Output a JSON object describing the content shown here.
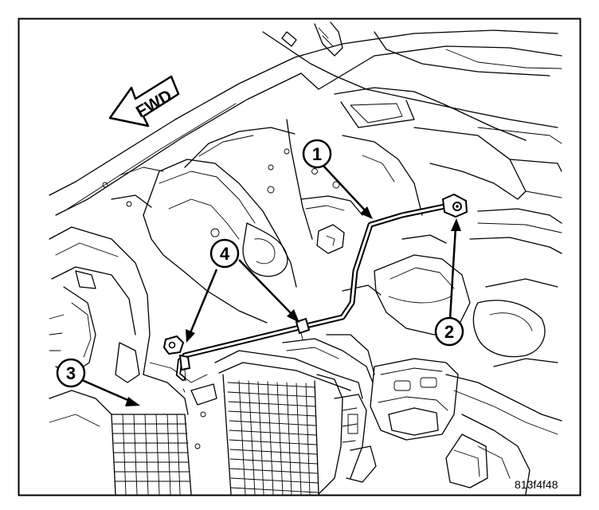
{
  "figure": {
    "id_label": "813f4f48",
    "direction_label": "FWD"
  },
  "callouts": [
    {
      "number": "1"
    },
    {
      "number": "2"
    },
    {
      "number": "3"
    },
    {
      "number": "4"
    }
  ],
  "colors": {
    "ink": "#000000",
    "paper": "#ffffff",
    "tube_fill": "#ffffff"
  }
}
